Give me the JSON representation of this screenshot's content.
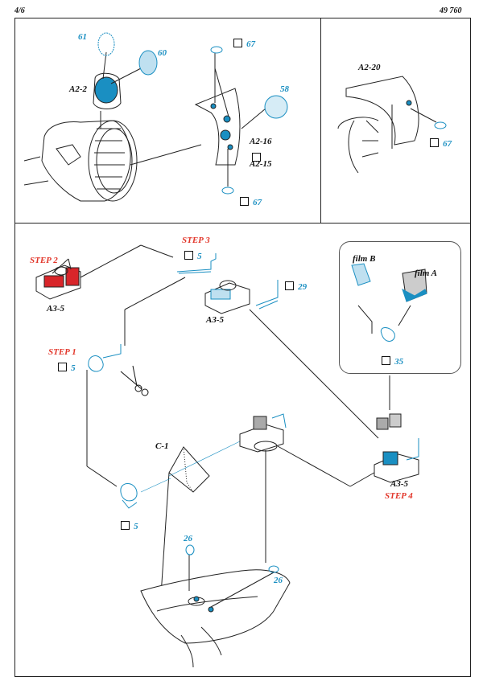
{
  "header": {
    "page": "4/6",
    "code": "49 760"
  },
  "top_left": {
    "parts": {
      "a2_2": "A2-2",
      "a2_16": "A2-16",
      "a2_15": "A2-15"
    },
    "numbers": {
      "n61": "61",
      "n60": "60",
      "n58": "58",
      "n67a": "67",
      "n67b": "67"
    }
  },
  "top_right": {
    "parts": {
      "a2_20": "A2-20"
    },
    "numbers": {
      "n67": "67"
    }
  },
  "bottom": {
    "steps": {
      "s1": "STEP 1",
      "s2": "STEP 2",
      "s3": "STEP 3",
      "s4": "STEP 4"
    },
    "parts": {
      "a3_5_left": "A3-5",
      "a3_5_mid": "A3-5",
      "a3_5_right": "A3-5",
      "c1": "C-1"
    },
    "numbers": {
      "n5_step3": "5",
      "n29": "29",
      "n5_step1": "5",
      "n5_lower": "5",
      "n35": "35",
      "n26a": "26",
      "n26b": "26"
    },
    "film": {
      "film_b": "film B",
      "film_a": "film A"
    }
  },
  "colors": {
    "accent_blue": "#1a8fc2",
    "step_red": "#e2362a",
    "part_red": "#d8252a",
    "ink": "#111111"
  }
}
